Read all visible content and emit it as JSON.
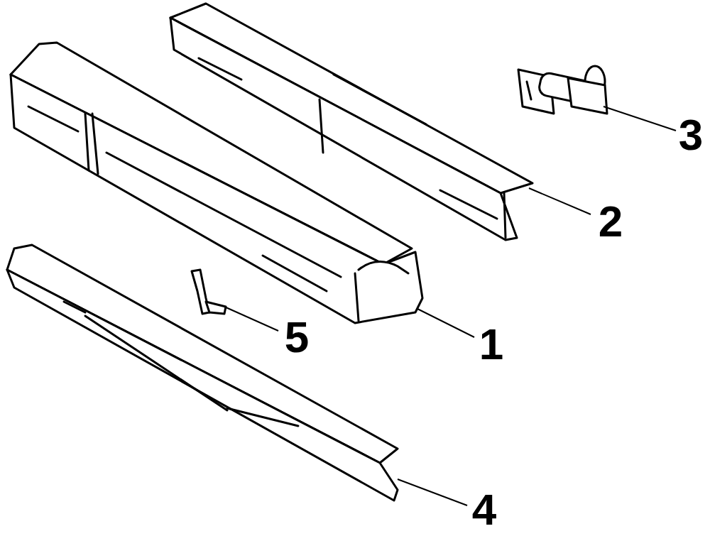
{
  "diagram": {
    "labels": [
      "3",
      "2",
      "5",
      "1",
      "4"
    ]
  }
}
